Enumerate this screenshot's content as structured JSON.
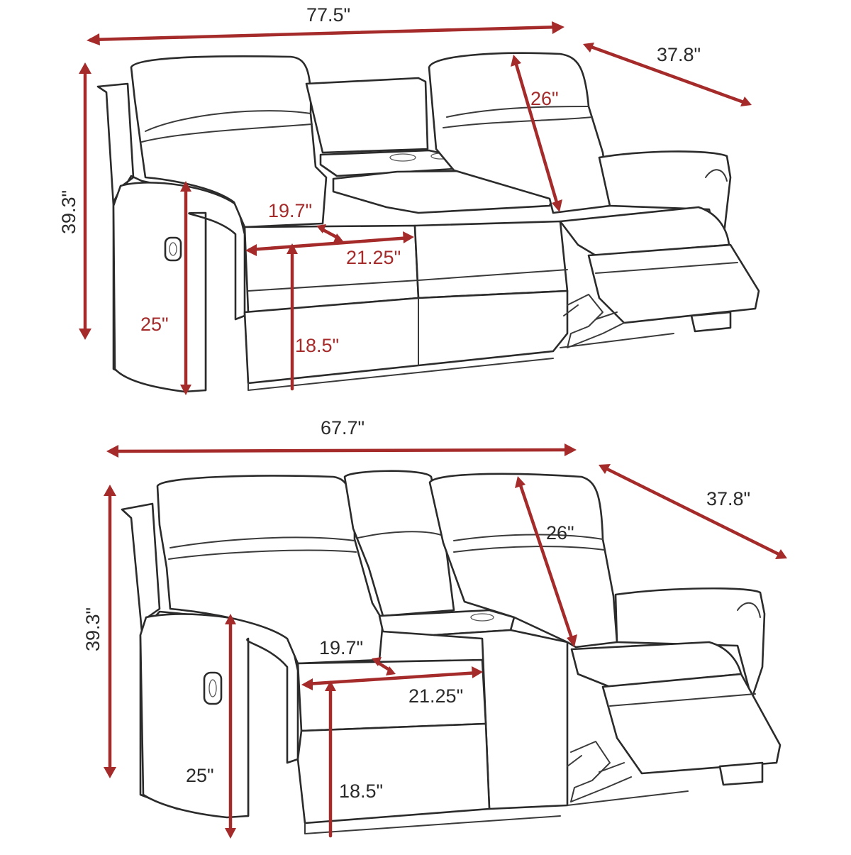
{
  "colors": {
    "dimension": "#a52a2a",
    "outline": "#2b2b2b",
    "background": "#ffffff"
  },
  "sofa": {
    "width": "77.5\"",
    "depth": "37.8\"",
    "back_height": "26\"",
    "total_height": "39.3\"",
    "seat_depth": "19.7\"",
    "seat_width": "21.25\"",
    "arm_height": "25\"",
    "seat_height": "18.5\""
  },
  "loveseat": {
    "width": "67.7\"",
    "depth": "37.8\"",
    "back_height": "26\"",
    "total_height": "39.3\"",
    "seat_depth": "19.7\"",
    "seat_width": "21.25\"",
    "arm_height": "25\"",
    "seat_height": "18.5\""
  }
}
